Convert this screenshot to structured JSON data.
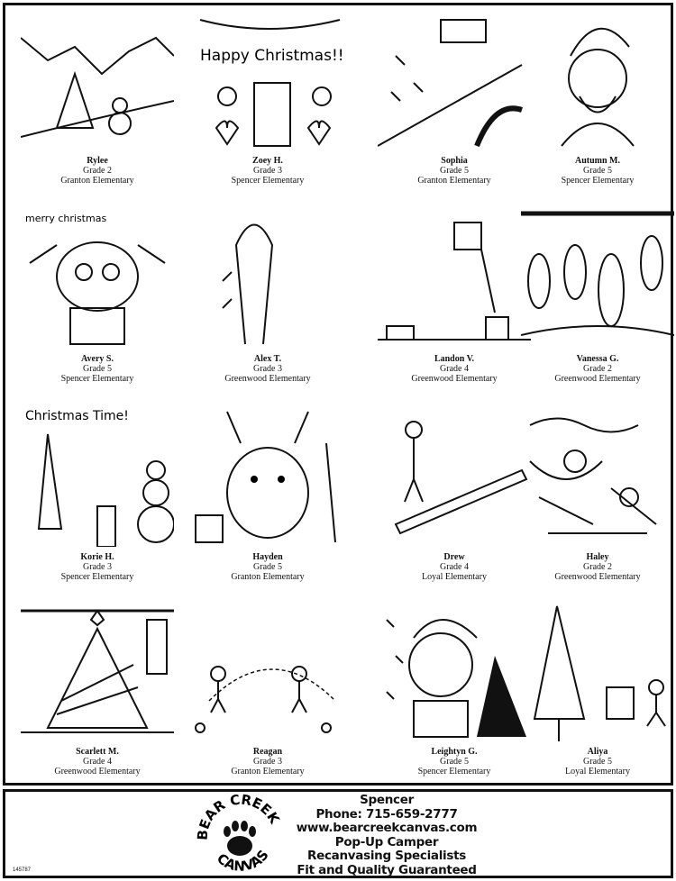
{
  "entries": [
    {
      "name": "Rylee",
      "grade": "Grade 2",
      "school": "Granton Elementary"
    },
    {
      "name": "Zoey H.",
      "grade": "Grade 3",
      "school": "Spencer Elementary",
      "drawing_text": "Happy Christmas!!"
    },
    {
      "name": "Sophia",
      "grade": "Grade 5",
      "school": "Granton Elementary"
    },
    {
      "name": "Autumn M.",
      "grade": "Grade 5",
      "school": "Spencer Elementary"
    },
    {
      "name": "Avery S.",
      "grade": "Grade 5",
      "school": "Spencer Elementary",
      "drawing_text": "merry christmas"
    },
    {
      "name": "Alex T.",
      "grade": "Grade 3",
      "school": "Greenwood Elementary"
    },
    {
      "name": "Landon V.",
      "grade": "Grade 4",
      "school": "Greenwood Elementary"
    },
    {
      "name": "Vanessa G.",
      "grade": "Grade 2",
      "school": "Greenwood Elementary"
    },
    {
      "name": "Korie H.",
      "grade": "Grade 3",
      "school": "Spencer Elementary",
      "drawing_text": "Christmas Time!"
    },
    {
      "name": "Hayden",
      "grade": "Grade 5",
      "school": "Granton Elementary"
    },
    {
      "name": "Drew",
      "grade": "Grade 4",
      "school": "Loyal Elementary"
    },
    {
      "name": "Haley",
      "grade": "Grade 2",
      "school": "Greenwood Elementary"
    },
    {
      "name": "Scarlett M.",
      "grade": "Grade 4",
      "school": "Greenwood Elementary"
    },
    {
      "name": "Reagan",
      "grade": "Grade 3",
      "school": "Granton Elementary"
    },
    {
      "name": "Leightyn G.",
      "grade": "Grade 5",
      "school": "Spencer Elementary"
    },
    {
      "name": "Aliya",
      "grade": "Grade 5",
      "school": "Loyal Elementary"
    }
  ],
  "ad": {
    "logo_text": "BEAR CREEK CANVAS",
    "lines": [
      "Spencer",
      "Phone: 715-659-2777",
      "www.bearcreekcanvas.com",
      "Pop-Up Camper",
      "Recanvasing Specialists",
      "Fit and Quality Guaranteed"
    ],
    "ad_code": "145787"
  }
}
